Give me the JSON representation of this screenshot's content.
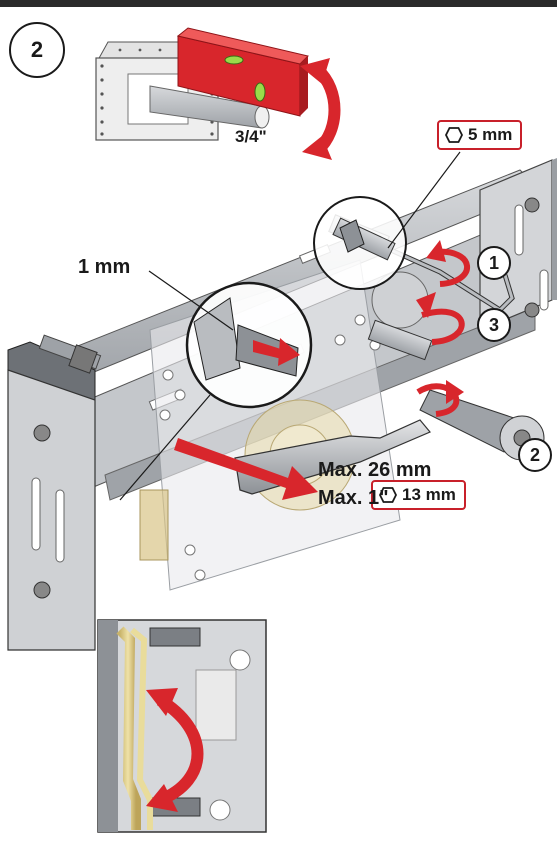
{
  "step": {
    "number": "2"
  },
  "level_inset": {
    "pipe_size": "3/4\""
  },
  "main_view": {
    "gap_label": "1 mm",
    "hex_key_small": "5 mm",
    "hex_key_large": "13 mm",
    "sequence": [
      "1",
      "2",
      "3"
    ],
    "max_depth_mm": "Max. 26 mm",
    "max_depth_in": "Max. 1\""
  },
  "colors": {
    "accent_red": "#d8262c",
    "frame": "#1a1a1a",
    "metal": "#b9bcc0",
    "brass": "#d9c67a"
  },
  "icons": [
    "hex-nut-icon",
    "rotate-arrow-icon",
    "spirit-level-icon"
  ]
}
